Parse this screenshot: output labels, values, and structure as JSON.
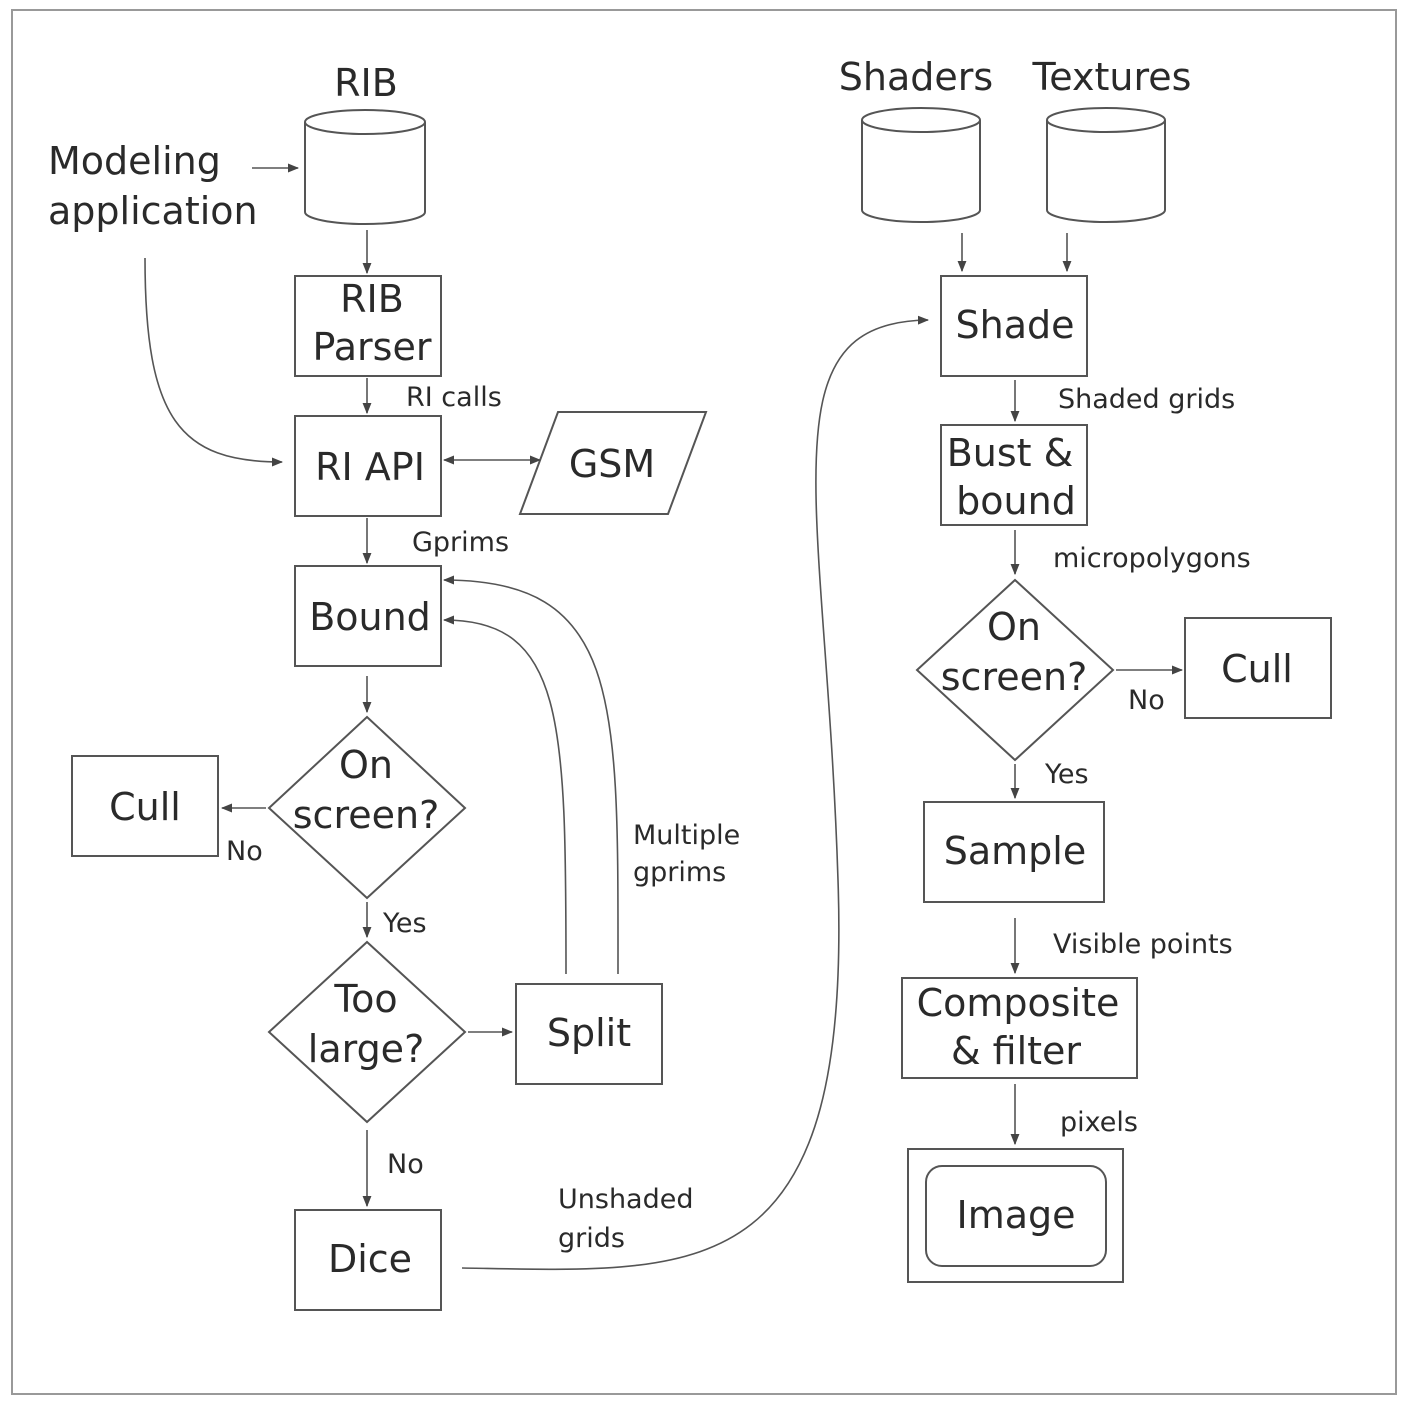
{
  "nodes": {
    "rib_db": "RIB",
    "modeling_app": [
      "Modeling",
      "application"
    ],
    "rib_parser": [
      "RIB",
      "Parser"
    ],
    "ri_api": "RI API",
    "gsm": "GSM",
    "bound": "Bound",
    "on_screen_left": [
      "On",
      "screen?"
    ],
    "cull_left": "Cull",
    "too_large": [
      "Too",
      "large?"
    ],
    "split": "Split",
    "dice": "Dice",
    "shaders_db": "Shaders",
    "textures_db": "Textures",
    "shade": "Shade",
    "bust_bound": [
      "Bust &",
      "bound"
    ],
    "on_screen_right": [
      "On",
      "screen?"
    ],
    "cull_right": "Cull",
    "sample": "Sample",
    "composite": [
      "Composite",
      "& filter"
    ],
    "image": "Image"
  },
  "edge_labels": {
    "ri_calls": "RI calls",
    "gprims": "Gprims",
    "no_left": "No",
    "yes_left": "Yes",
    "no_dice": "No",
    "multiple_gprims": [
      "Multiple",
      "gprims"
    ],
    "unshaded_grids": [
      "Unshaded",
      "grids"
    ],
    "shaded_grids": "Shaded grids",
    "micropolygons": "micropolygons",
    "no_right": "No",
    "yes_right": "Yes",
    "visible_points": "Visible points",
    "pixels": "pixels"
  }
}
